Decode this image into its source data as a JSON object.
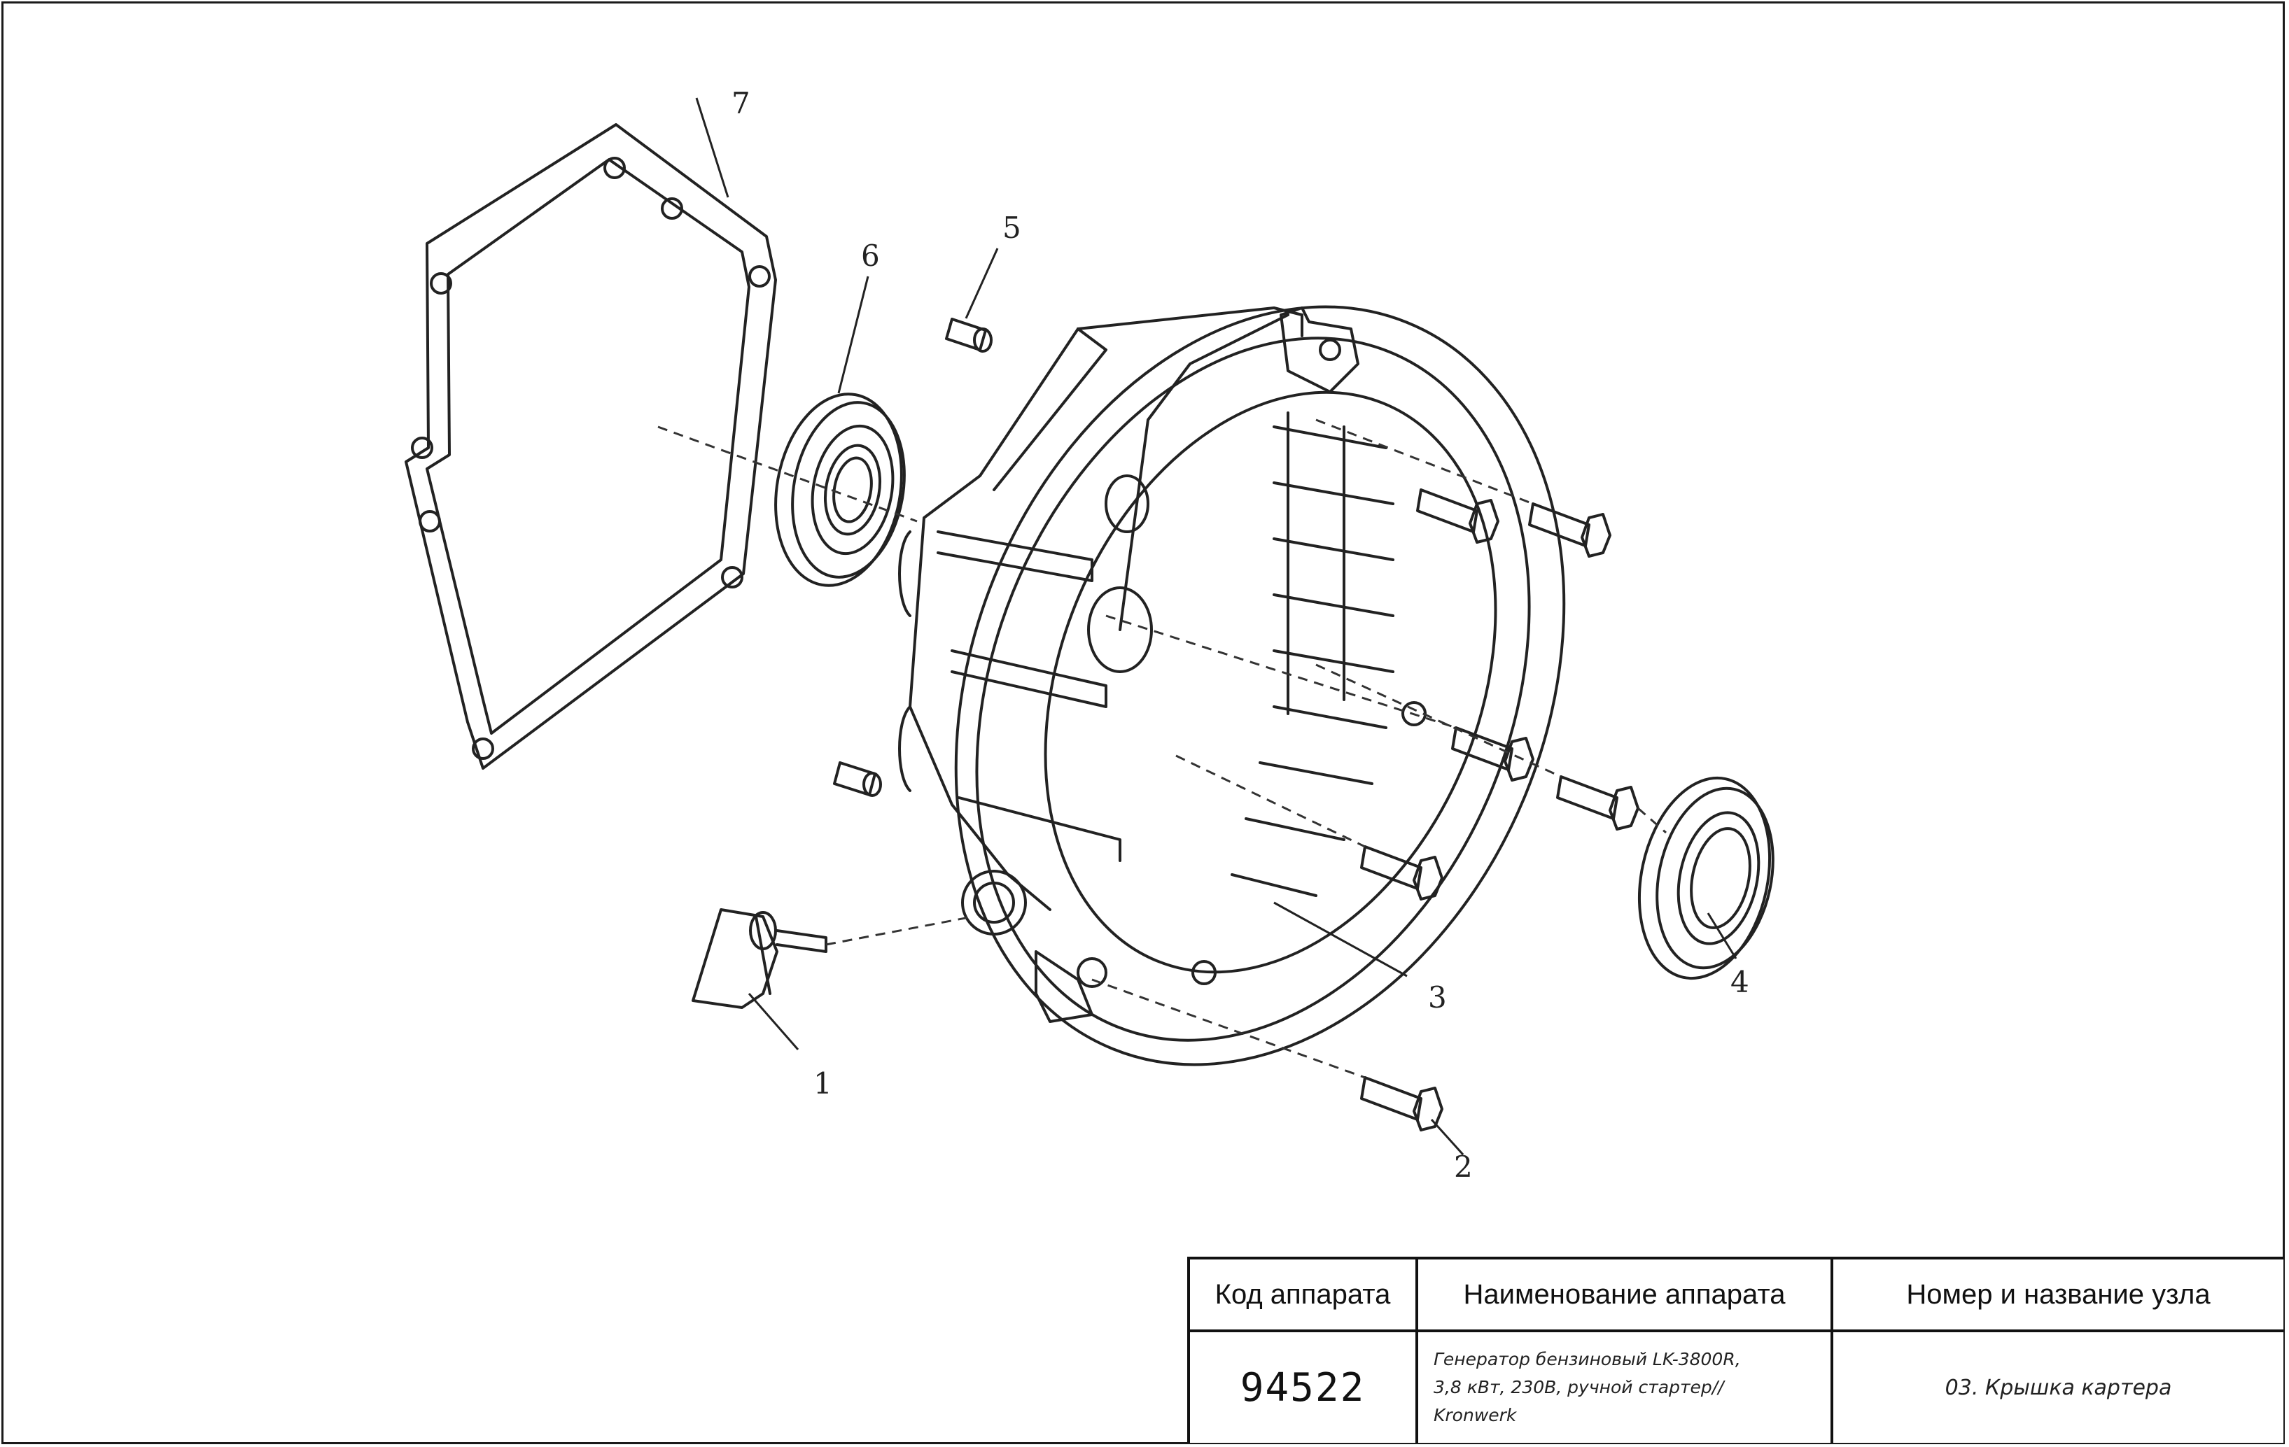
{
  "callouts": {
    "p1": "1",
    "p2": "2",
    "p3": "3",
    "p4": "4",
    "p5": "5",
    "p6": "6",
    "p7": "7"
  },
  "title_block": {
    "headers": {
      "code": "Код аппарата",
      "name": "Наименование аппарата",
      "node": "Номер и название узла"
    },
    "code": "94522",
    "name": "Генератор бензиновый LK-3800R,\n3,8 кВт, 230В, ручной стартер//\nKronwerk",
    "node": "03. Крышка картера"
  },
  "colors": {
    "line": "#222222",
    "background": "#ffffff"
  }
}
